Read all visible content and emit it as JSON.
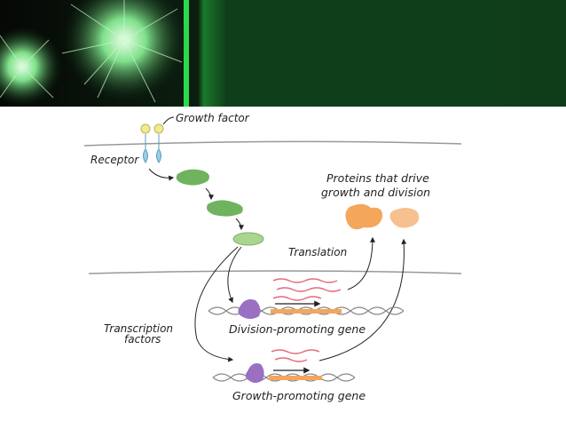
{
  "diagram": {
    "labels": {
      "growth_factor": "Growth factor",
      "receptor": "Receptor",
      "proteins_line1": "Proteins that drive",
      "proteins_line2": "growth and division",
      "translation": "Translation",
      "transcription_line1": "Transcription",
      "transcription_line2": "factors",
      "division_gene": "Division-promoting gene",
      "growth_gene": "Growth-promoting gene"
    },
    "colors": {
      "banner_bg": "#0f3d1a",
      "banner_glow": "#2bd94a",
      "green_protein": "#6fb35f",
      "light_green_protein": "#a9d68f",
      "orange_protein": "#f4a65a",
      "peach_protein": "#f6c08f",
      "growth_factor": "#f2ea8c",
      "receptor": "#9ccfe8",
      "transcription_factor": "#9b6fc2",
      "mrna": "#e46a7a",
      "gene": "#f4a65a",
      "membrane": "#999999"
    }
  }
}
